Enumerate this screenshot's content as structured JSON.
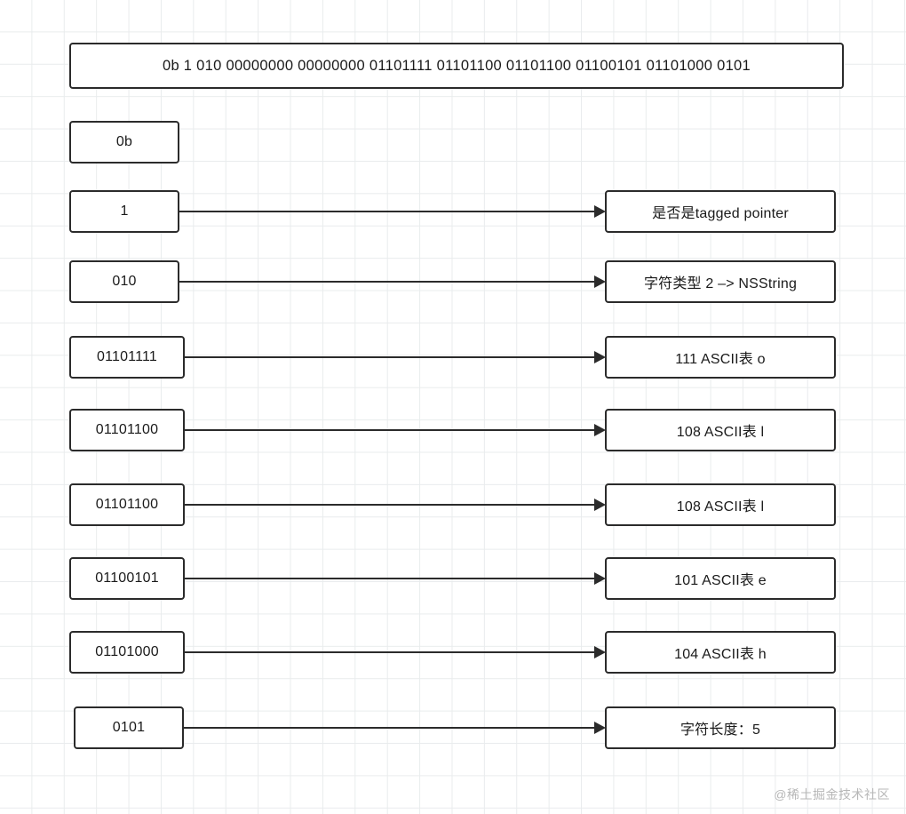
{
  "diagram": {
    "title_box": {
      "text": "0b 1 010 00000000 00000000 01101111 01101100 01101100 01100101 01101000 0101"
    },
    "prefix_box": {
      "text": "0b"
    },
    "rows": [
      {
        "bits": "1",
        "meaning": "是否是tagged pointer"
      },
      {
        "bits": "010",
        "meaning": "字符类型 2 –> NSString"
      },
      {
        "bits": "01101111",
        "meaning": "111 ASCII表 o"
      },
      {
        "bits": "01101100",
        "meaning": "108 ASCII表 l"
      },
      {
        "bits": "01101100",
        "meaning": "108 ASCII表 l"
      },
      {
        "bits": "01100101",
        "meaning": "101 ASCII表 e"
      },
      {
        "bits": "01101000",
        "meaning": "104 ASCII表 h"
      },
      {
        "bits": "0101",
        "meaning": "字符长度：5"
      }
    ],
    "watermark": "@稀土掘金技术社区"
  },
  "colors": {
    "stroke": "#2b2b2b",
    "grid": "#e9eced",
    "background": "#ffffff",
    "text": "#1a1a1a",
    "watermark": "#b7b7b7"
  }
}
